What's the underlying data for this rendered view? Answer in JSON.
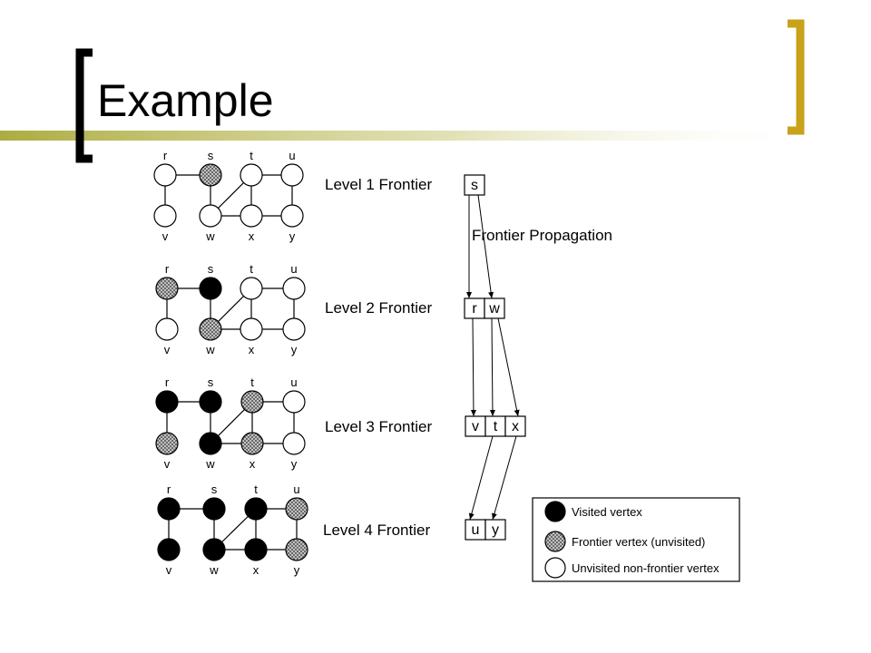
{
  "slide": {
    "title": "Example",
    "accent_color": "#c9a11a",
    "underline_color": "#a8a838"
  },
  "graph": {
    "vertices": [
      "r",
      "s",
      "t",
      "u",
      "v",
      "w",
      "x",
      "y"
    ],
    "edges": [
      [
        "r",
        "s"
      ],
      [
        "r",
        "v"
      ],
      [
        "s",
        "w"
      ],
      [
        "t",
        "w"
      ],
      [
        "t",
        "x"
      ],
      [
        "t",
        "u"
      ],
      [
        "w",
        "x"
      ],
      [
        "x",
        "y"
      ],
      [
        "u",
        "y"
      ]
    ],
    "state_legend": {
      "visited": "filled black",
      "frontier": "hatched gray",
      "unvisited": "white"
    }
  },
  "levels": [
    {
      "label": "Level 1  Frontier",
      "frontier": [
        "s"
      ],
      "states": {
        "r": "unvisited",
        "s": "frontier",
        "t": "unvisited",
        "u": "unvisited",
        "v": "unvisited",
        "w": "unvisited",
        "x": "unvisited",
        "y": "unvisited"
      }
    },
    {
      "label": "Level 2 Frontier",
      "frontier": [
        "r",
        "w"
      ],
      "states": {
        "r": "frontier",
        "s": "visited",
        "t": "unvisited",
        "u": "unvisited",
        "v": "unvisited",
        "w": "frontier",
        "x": "unvisited",
        "y": "unvisited"
      }
    },
    {
      "label": "Level 3 Frontier",
      "frontier": [
        "v",
        "t",
        "x"
      ],
      "states": {
        "r": "visited",
        "s": "visited",
        "t": "frontier",
        "u": "unvisited",
        "v": "frontier",
        "w": "visited",
        "x": "frontier",
        "y": "unvisited"
      }
    },
    {
      "label": "Level 4 Frontier",
      "frontier": [
        "u",
        "y"
      ],
      "states": {
        "r": "visited",
        "s": "visited",
        "t": "visited",
        "u": "frontier",
        "v": "visited",
        "w": "visited",
        "x": "visited",
        "y": "frontier"
      }
    }
  ],
  "propagation_label": "Frontier Propagation",
  "legend": {
    "visited": "Visited vertex",
    "frontier": "Frontier vertex (unvisited)",
    "unvisited": "Unvisited non-frontier vertex"
  }
}
